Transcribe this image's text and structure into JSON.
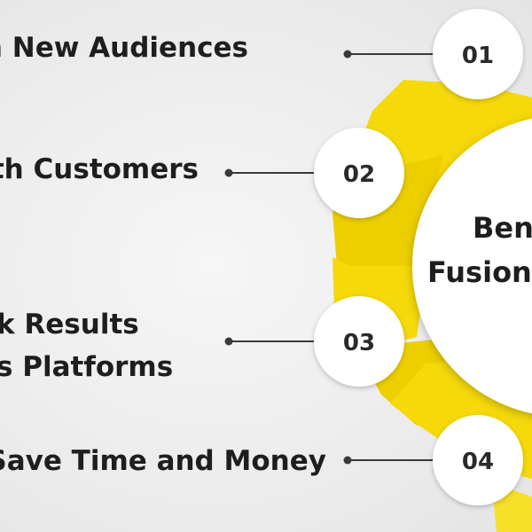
{
  "items": [
    {
      "number": "01",
      "lines": [
        "n New Audiences"
      ]
    },
    {
      "number": "02",
      "lines": [
        "ith Customers"
      ]
    },
    {
      "number": "03",
      "lines": [
        "k Results",
        "s Platforms"
      ]
    },
    {
      "number": "04",
      "lines": [
        "Save Time and Money"
      ]
    }
  ],
  "center": {
    "lines": [
      "Ben",
      "Fusion"
    ]
  },
  "colors": {
    "accent": "#f5d90a",
    "accent_dark": "#e8c800",
    "text": "#1e1e1e",
    "badge": "#ffffff",
    "connector": "#3a3a3a"
  }
}
